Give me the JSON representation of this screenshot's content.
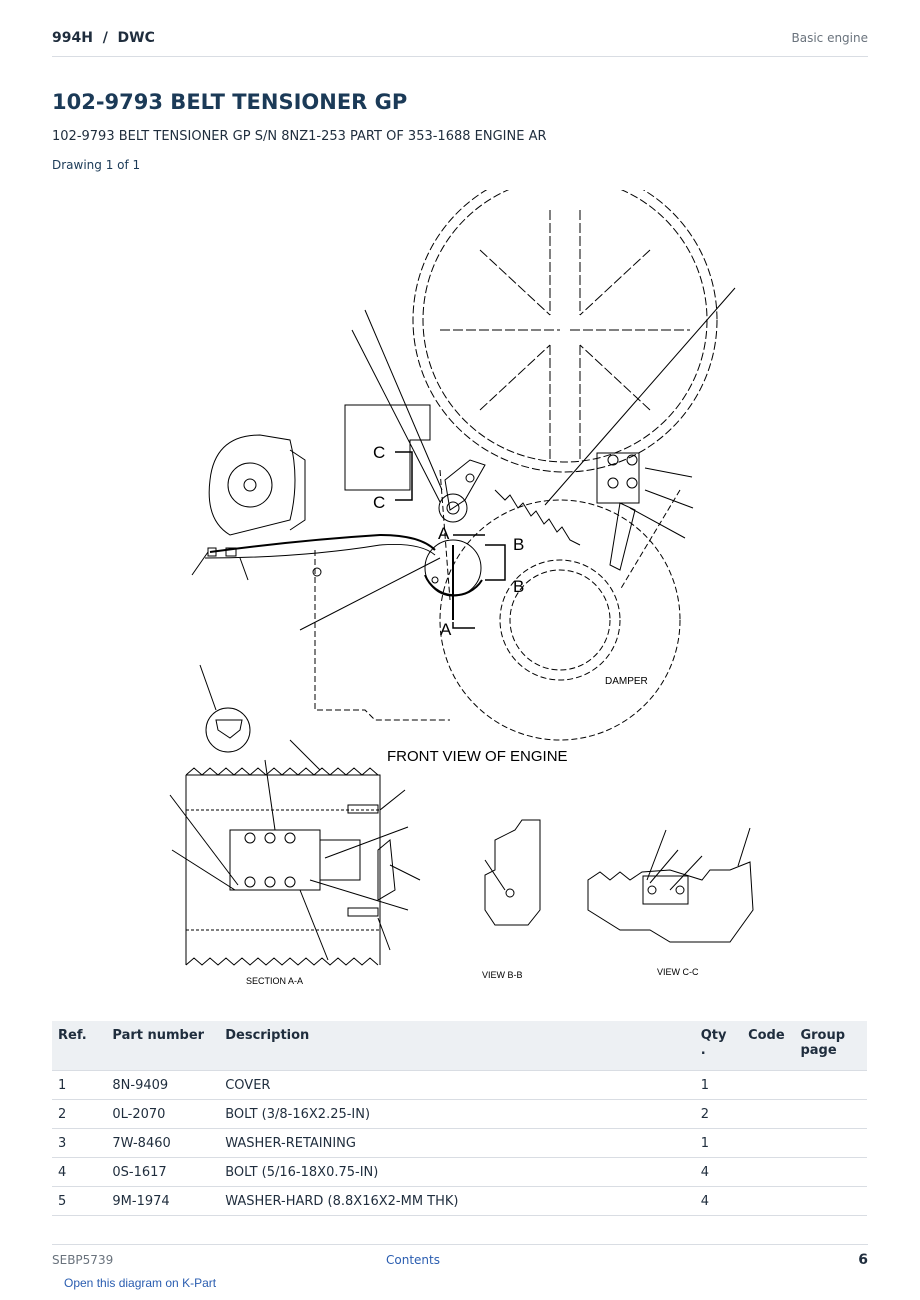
{
  "header": {
    "model": "994H  /  DWC",
    "section": "Basic engine"
  },
  "title": "102-9793 BELT TENSIONER GP",
  "subtitle": "102-9793 BELT TENSIONER GP S/N 8NZ1-253 PART OF 353-1688 ENGINE AR",
  "drawing_count": "Drawing 1 of 1",
  "diagram": {
    "labels": {
      "front_view": "FRONT VIEW OF ENGINE",
      "damper": "DAMPER",
      "section_aa": "SECTION A-A",
      "view_bb": "VIEW B-B",
      "view_cc": "VIEW C-C",
      "a": "A",
      "b": "B",
      "c": "C"
    }
  },
  "table": {
    "headers": [
      "Ref.",
      "Part number",
      "Description",
      "Qty\n.",
      "Code",
      "Group\npage"
    ],
    "rows": [
      {
        "ref": "1",
        "part_number": "8N-9409",
        "description": "COVER",
        "qty": "1",
        "code": "",
        "group_page": ""
      },
      {
        "ref": "2",
        "part_number": "0L-2070",
        "description": "BOLT (3/8-16X2.25-IN)",
        "qty": "2",
        "code": "",
        "group_page": ""
      },
      {
        "ref": "3",
        "part_number": "7W-8460",
        "description": "WASHER-RETAINING",
        "qty": "1",
        "code": "",
        "group_page": ""
      },
      {
        "ref": "4",
        "part_number": "0S-1617",
        "description": "BOLT (5/16-18X0.75-IN)",
        "qty": "4",
        "code": "",
        "group_page": ""
      },
      {
        "ref": "5",
        "part_number": "9M-1974",
        "description": "WASHER-HARD (8.8X16X2-MM THK)",
        "qty": "4",
        "code": "",
        "group_page": ""
      }
    ]
  },
  "footer": {
    "doc_id": "SEBP5739",
    "contents_link": "Contents",
    "page_number": "6",
    "kpart_link": "Open this diagram on K-Part"
  }
}
